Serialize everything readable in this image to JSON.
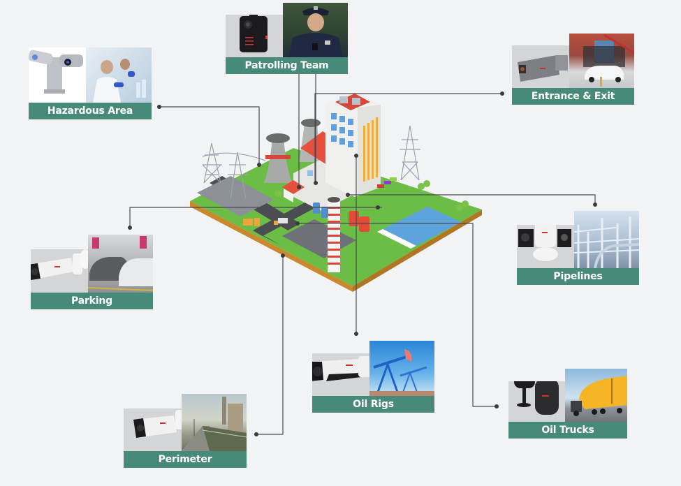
{
  "diagram": {
    "title": "Industrial Plant Surveillance Use Cases",
    "theme_color": "#478a79",
    "background": "#f2f3f5",
    "center_illustration": "isometric-power-plant"
  },
  "cards": [
    {
      "id": "hazardous-area",
      "label": "Hazardous Area",
      "device": "explosion-proof-ptz-camera",
      "scene": "laboratory-scientists"
    },
    {
      "id": "patrolling-team",
      "label": "Patrolling Team",
      "device": "body-worn-camera",
      "scene": "police-officer"
    },
    {
      "id": "entrance-exit",
      "label": "Entrance & Exit",
      "device": "anpr-box-camera",
      "scene": "gate-barrier-car"
    },
    {
      "id": "pipelines",
      "label": "Pipelines",
      "device": "dual-thermal-ptz-camera",
      "scene": "industrial-pipework"
    },
    {
      "id": "parking",
      "label": "Parking",
      "device": "bullet-camera",
      "scene": "parking-lot-cars"
    },
    {
      "id": "oil-rigs",
      "label": "Oil Rigs",
      "device": "bullet-camera",
      "scene": "oil-pump-jacks"
    },
    {
      "id": "oil-trucks",
      "label": "Oil Trucks",
      "device": "dashboard-camera",
      "scene": "tanker-truck"
    },
    {
      "id": "perimeter",
      "label": "Perimeter",
      "device": "bullet-camera",
      "scene": "fenced-perimeter"
    }
  ]
}
